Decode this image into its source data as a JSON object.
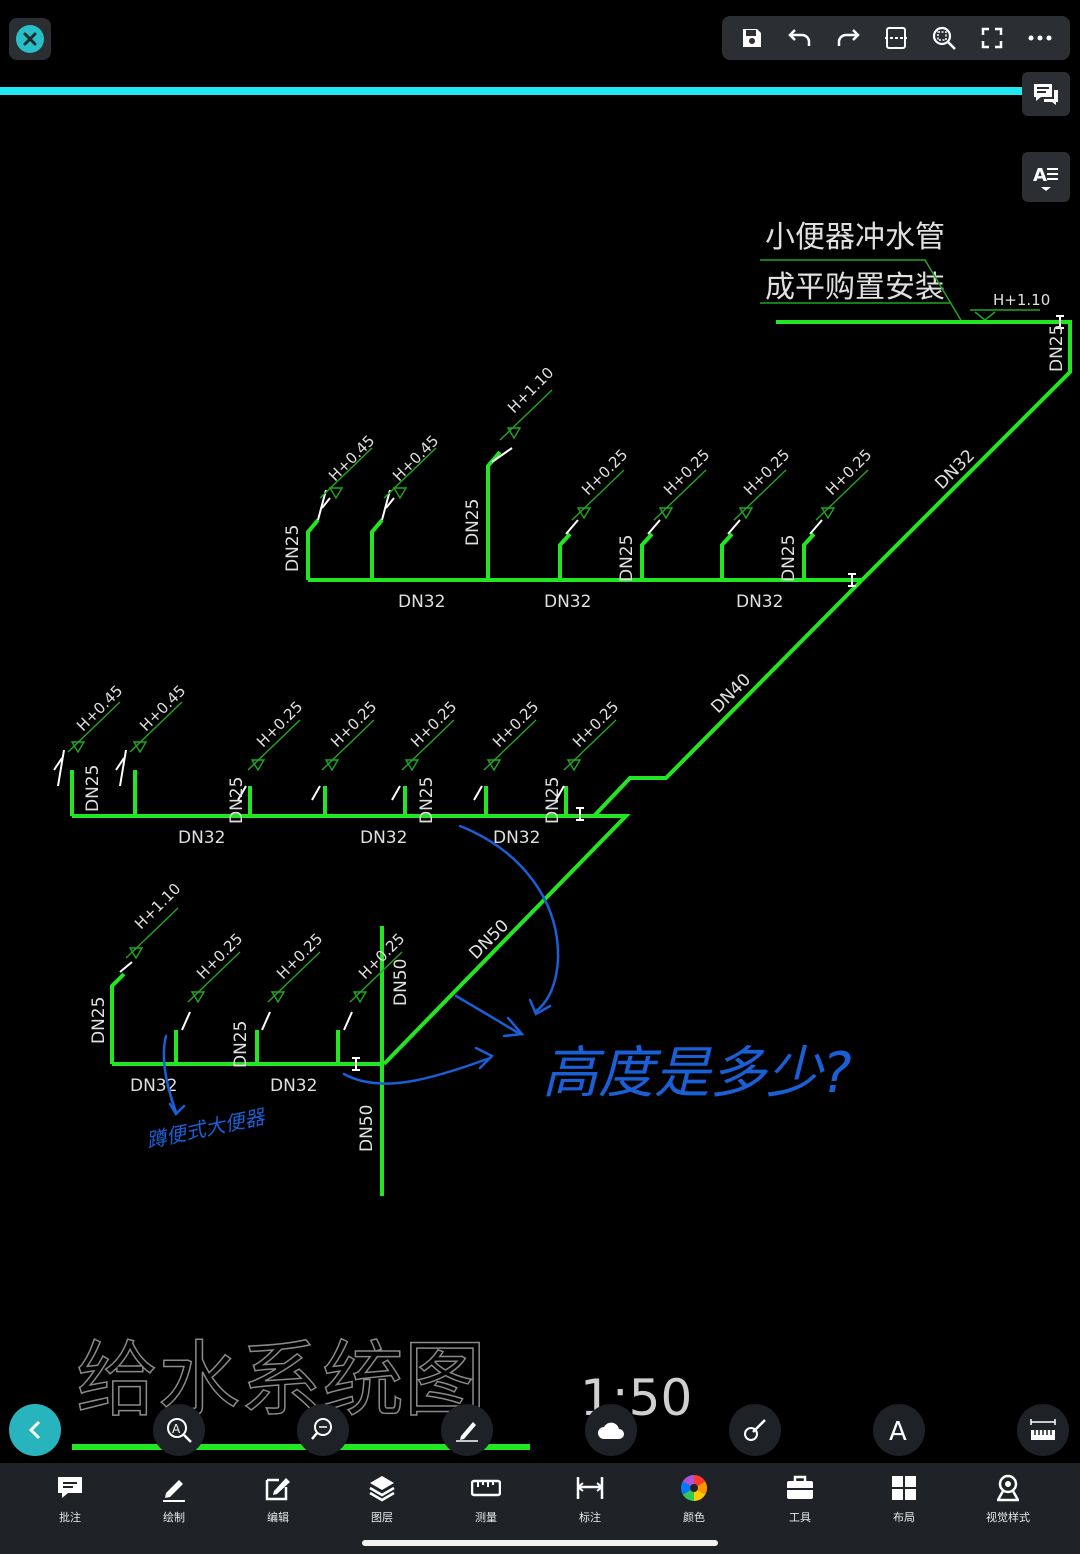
{
  "toolbar": {
    "icons": [
      "save-icon",
      "undo-icon",
      "redo-icon",
      "fit-window-icon",
      "zoom-window-icon",
      "fullscreen-icon",
      "more-icon"
    ]
  },
  "side": {
    "icons": [
      "comment-icon",
      "text-style-icon"
    ]
  },
  "drawing": {
    "title": "给水系统图",
    "scale": "1:50",
    "note_line1": "小便器冲水管",
    "note_line2": "成平购置安装",
    "labels": {
      "h110": "H+1.10",
      "h045": "H+0.45",
      "h025": "H+0.25",
      "dn25": "DN25",
      "dn32": "DN32",
      "dn40": "DN40",
      "dn50": "DN50"
    },
    "handwritten_main": "高度是多少?",
    "handwritten_small": "蹲便式大便器"
  },
  "bottom_fabs": [
    "back-icon",
    "zoom-text-icon",
    "search-icon",
    "sign-icon",
    "cloud-icon",
    "brush-icon",
    "font-icon",
    "ruler-icon"
  ],
  "tabs": [
    {
      "label": "批注",
      "icon": "annotate-icon"
    },
    {
      "label": "绘制",
      "icon": "draw-icon"
    },
    {
      "label": "编辑",
      "icon": "edit-icon"
    },
    {
      "label": "图层",
      "icon": "layers-icon"
    },
    {
      "label": "测量",
      "icon": "measure-icon"
    },
    {
      "label": "标注",
      "icon": "dimension-icon"
    },
    {
      "label": "颜色",
      "icon": "color-icon"
    },
    {
      "label": "工具",
      "icon": "toolbox-icon"
    },
    {
      "label": "布局",
      "icon": "layout-icon"
    },
    {
      "label": "视觉样式",
      "icon": "visual-style-icon"
    }
  ],
  "colors": {
    "accent": "#22e6f0",
    "pipe": "#22e622",
    "ink": "#1a5fd6",
    "panel": "#2b2f33"
  }
}
